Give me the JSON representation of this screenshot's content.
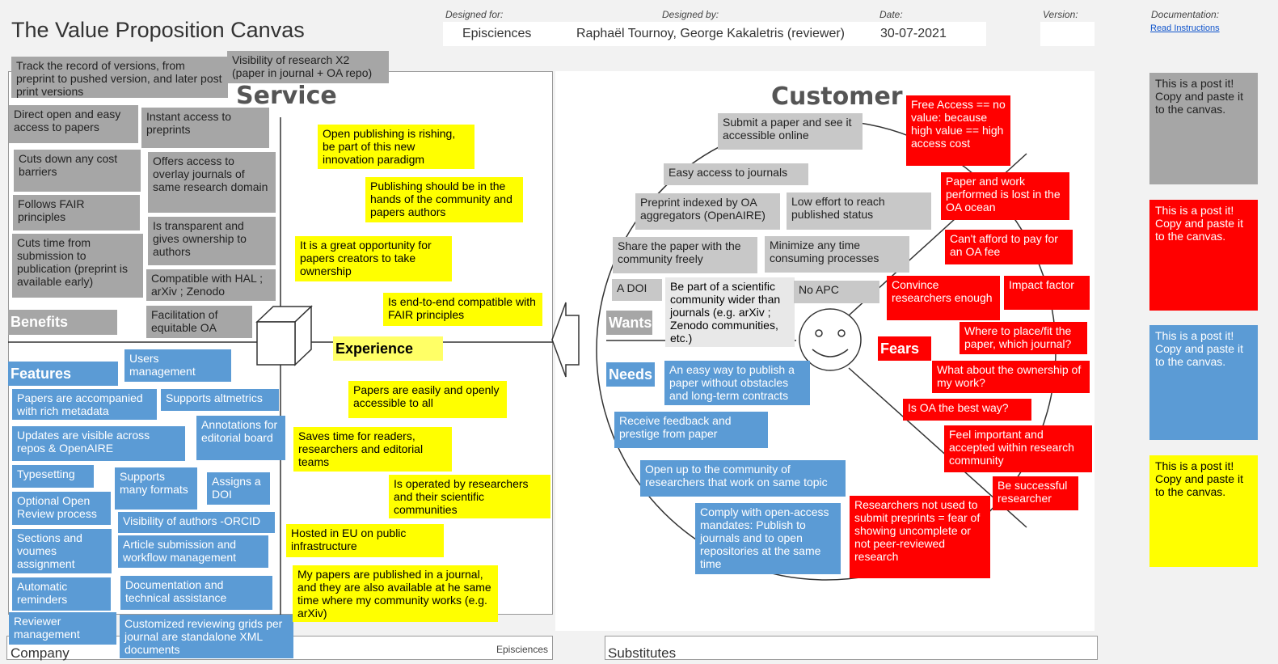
{
  "header": {
    "title": "The Value Proposition Canvas",
    "designed_for_label": "Designed for:",
    "designed_for": "Episciences",
    "designed_by_label": "Designed by:",
    "designed_by": "Raphaël Tournoy, George Kakaletris (reviewer)",
    "date_label": "Date:",
    "date": "30-07-2021",
    "version_label": "Version:",
    "version": "",
    "documentation_label": "Documentation:",
    "read_instructions": "Read Instructions"
  },
  "service": {
    "heading": "Service",
    "benefits_label": "Benefits",
    "features_label": "Features",
    "experience_label": "Experience",
    "company_label": "Company",
    "company_value": "Episciences",
    "benefits": [
      "Track the record of versions, from preprint to pushed version, and later post print versions",
      "Visibility of research X2 (paper in journal + OA repo)",
      "Direct open and easy access to papers",
      "Instant access to preprints",
      "Cuts down any cost barriers",
      "Offers access to overlay journals of same research domain",
      "Follows FAIR principles",
      "Is transparent and gives ownership to authors",
      "Cuts time from submission to publication (preprint is available early)",
      "Compatible with HAL ; arXiv ; Zenodo",
      "Facilitation of equitable OA"
    ],
    "features": [
      "Users management",
      "Papers are accompanied with rich metadata",
      "Supports altmetrics",
      "Updates are visible across repos & OpenAIRE",
      "Annotations for editorial board",
      "Typesetting",
      "Supports many formats",
      "Assigns a DOI",
      "Optional Open Review process",
      "Visibility of authors -ORCID",
      "Sections and voumes assignment",
      "Article submission and workflow management",
      "Automatic reminders",
      "Documentation and technical assistance",
      "Reviewer management",
      "Customized reviewing grids per journal are standalone XML documents"
    ],
    "experience": [
      "Open publishing is rishing, be part of this new innovation paradigm",
      "Publishing should be in the hands of the community and papers authors",
      "It is a great opportunity for papers creators to take ownership",
      "Is end-to-end compatible with FAIR principles",
      "Papers are easily and openly accessible to all",
      "Saves time for readers, researchers and editorial teams",
      "Is operated by researchers and their scientific communities",
      "Hosted in EU on public infrastructure",
      "My papers are published in a journal, and they are also available at he same time where my community works (e.g. arXiv)"
    ]
  },
  "customer": {
    "heading": "Customer",
    "wants_label": "Wants",
    "needs_label": "Needs",
    "fears_label": "Fears",
    "substitutes_label": "Substitutes",
    "wants": [
      "Submit a paper and see it accessible online",
      "Easy access to journals",
      "Preprint indexed by OA aggregators (OpenAIRE)",
      "Low effort to reach published status",
      "Share the paper with the community freely",
      "Minimize any time consuming processes",
      "A DOI",
      "Be part of a scientific community wider than journals (e.g. arXiv ; Zenodo communities, etc.)",
      "No APC"
    ],
    "needs": [
      "An easy way to publish a paper without obstacles and long-term contracts",
      "Receive feedback and prestige from paper",
      "Open up to the community of researchers that work on same topic",
      "Comply with open-access mandates: Publish to journals and to open repositories at the same time"
    ],
    "fears": [
      "Free Access == no value: because high value == high access cost",
      "Paper and work performed is lost in the OA ocean",
      "Can't afford to pay for an OA fee",
      "Convince researchers enough",
      "Impact factor",
      "Where to place/fit the paper, which journal?",
      "What about the ownership of my work?",
      "Is OA the best way?",
      "Feel important and accepted within research community",
      "Be successful researcher",
      "Researchers not used to submit preprints = fear of showing uncomplete or not peer-reviewed research"
    ]
  },
  "sidebar": {
    "post_text": "This is a post it! Copy and paste it to the canvas.",
    "post_colors": [
      "#a6a6a6",
      "#ff0000",
      "#5b9bd5",
      "#ffff00"
    ]
  }
}
